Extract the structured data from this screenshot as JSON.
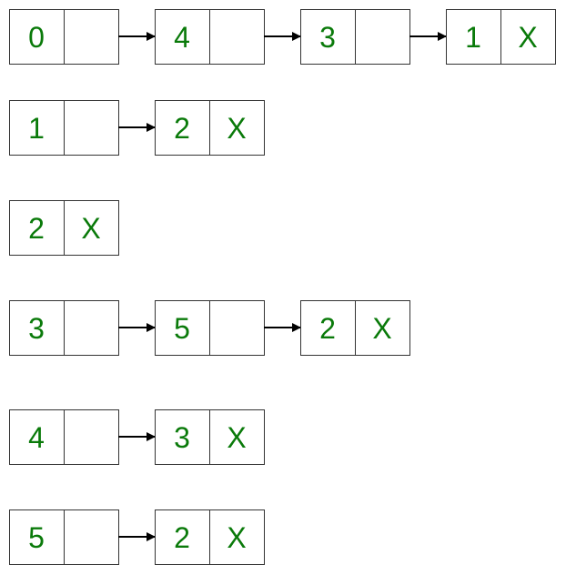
{
  "colors": {
    "text": "#0a7a0a",
    "border": "#333333",
    "arrow": "#000000",
    "background": "#ffffff"
  },
  "lists": [
    {
      "nodes": [
        {
          "value": "0",
          "next": ""
        },
        {
          "value": "4",
          "next": ""
        },
        {
          "value": "3",
          "next": ""
        },
        {
          "value": "1",
          "next": "X"
        }
      ]
    },
    {
      "nodes": [
        {
          "value": "1",
          "next": ""
        },
        {
          "value": "2",
          "next": "X"
        }
      ]
    },
    {
      "nodes": [
        {
          "value": "2",
          "next": "X"
        }
      ]
    },
    {
      "nodes": [
        {
          "value": "3",
          "next": ""
        },
        {
          "value": "5",
          "next": ""
        },
        {
          "value": "2",
          "next": "X"
        }
      ]
    },
    {
      "nodes": [
        {
          "value": "4",
          "next": ""
        },
        {
          "value": "3",
          "next": "X"
        }
      ]
    },
    {
      "nodes": [
        {
          "value": "5",
          "next": ""
        },
        {
          "value": "2",
          "next": "X"
        }
      ]
    }
  ]
}
